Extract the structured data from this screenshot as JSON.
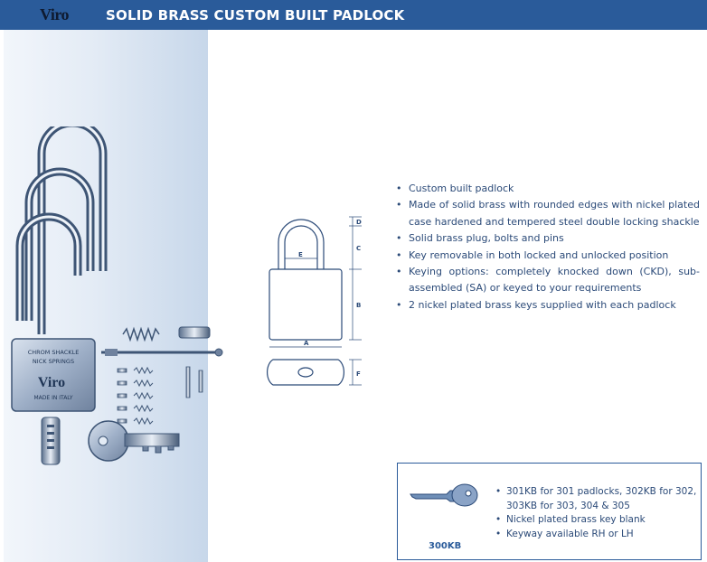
{
  "header": {
    "brand": "Viro",
    "title": "SOLID BRASS CUSTOM BUILT PADLOCK"
  },
  "photo": {
    "body_text_1": "CHROM SHACKLE",
    "body_text_2": "NICK SPRINGS",
    "brand": "Viro",
    "made_in": "MADE IN ITALY"
  },
  "diagram": {
    "labels": [
      "D",
      "C",
      "E",
      "B",
      "A",
      "F"
    ]
  },
  "features": [
    "Custom built padlock",
    "Made of solid brass with rounded edges with nickel plated case hardened and tempered steel double locking shackle",
    "Solid brass plug, bolts and pins",
    "Key removable in both locked and unlocked position",
    "Keying options: completely knocked down (CKD), sub-assembled (SA) or keyed to your requirements",
    "2 nickel plated brass keys supplied with each padlock"
  ],
  "key_blank": {
    "code": "300KB",
    "items": [
      "301KB for 301 padlocks, 302KB for 302, 303KB for 303, 304 & 305",
      "Nickel plated brass key blank",
      "Keyway available RH or LH"
    ]
  },
  "colors": {
    "header": "#2a5b9a",
    "text": "#2b4a78",
    "brand_dark": "#0e1a30"
  }
}
